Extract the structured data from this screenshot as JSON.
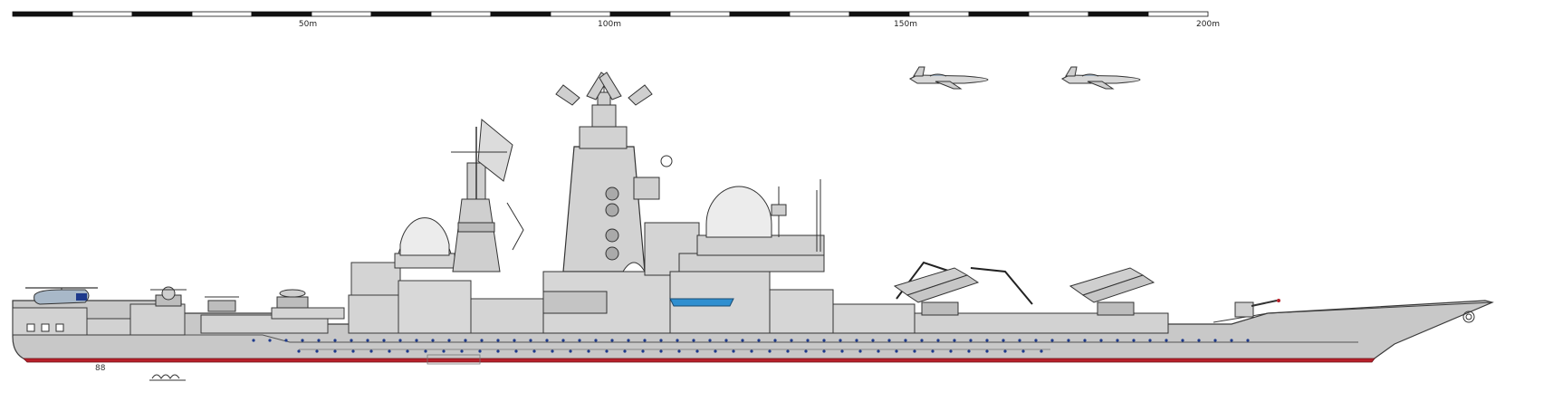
{
  "scale_bar": {
    "labels": [
      "50m",
      "100m",
      "150m",
      "200m"
    ]
  },
  "colors": {
    "hull": "#c8c8c8",
    "superstructure": "#d4d4d4",
    "outline": "#3a3a3a",
    "boot_topping": "#b8202a",
    "portholes": "#1e3a8c",
    "boat_blue": "#2f8fd0",
    "scale_black": "#111111"
  },
  "icons": [
    "aircraft-icon",
    "radar-dome-icon",
    "missile-launcher-icon",
    "helicopter-icon",
    "crane-icon"
  ]
}
